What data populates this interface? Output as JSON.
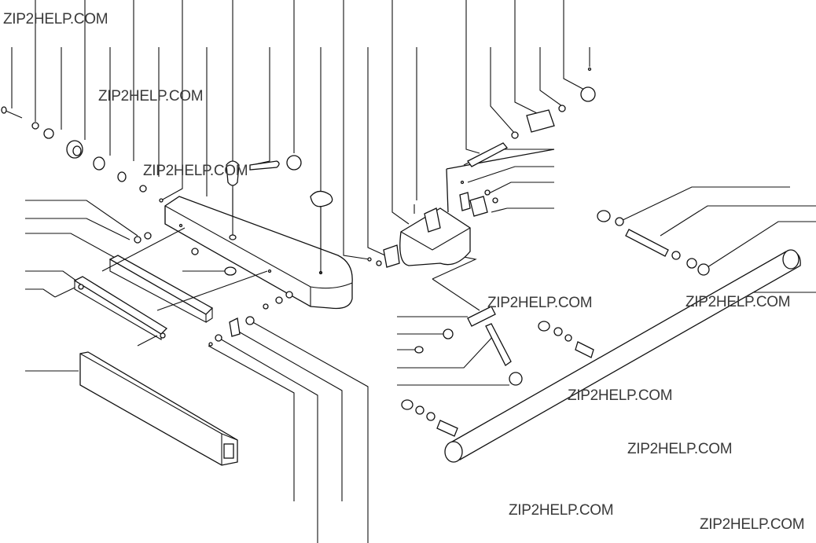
{
  "watermarks": [
    "ZIP2HELP.COM",
    "ZIP2HELP.COM",
    "ZIP2HELP.COM",
    "ZIP2HELP.COM",
    "ZIP2HELP.COM",
    "ZIP2HELP.COM",
    "ZIP2HELP.COM",
    "ZIP2HELP.COM",
    "ZIP2HELP.COM"
  ],
  "colors": {
    "line": "#111111",
    "watermark": "#3a3a3a",
    "background": "#ffffff"
  }
}
